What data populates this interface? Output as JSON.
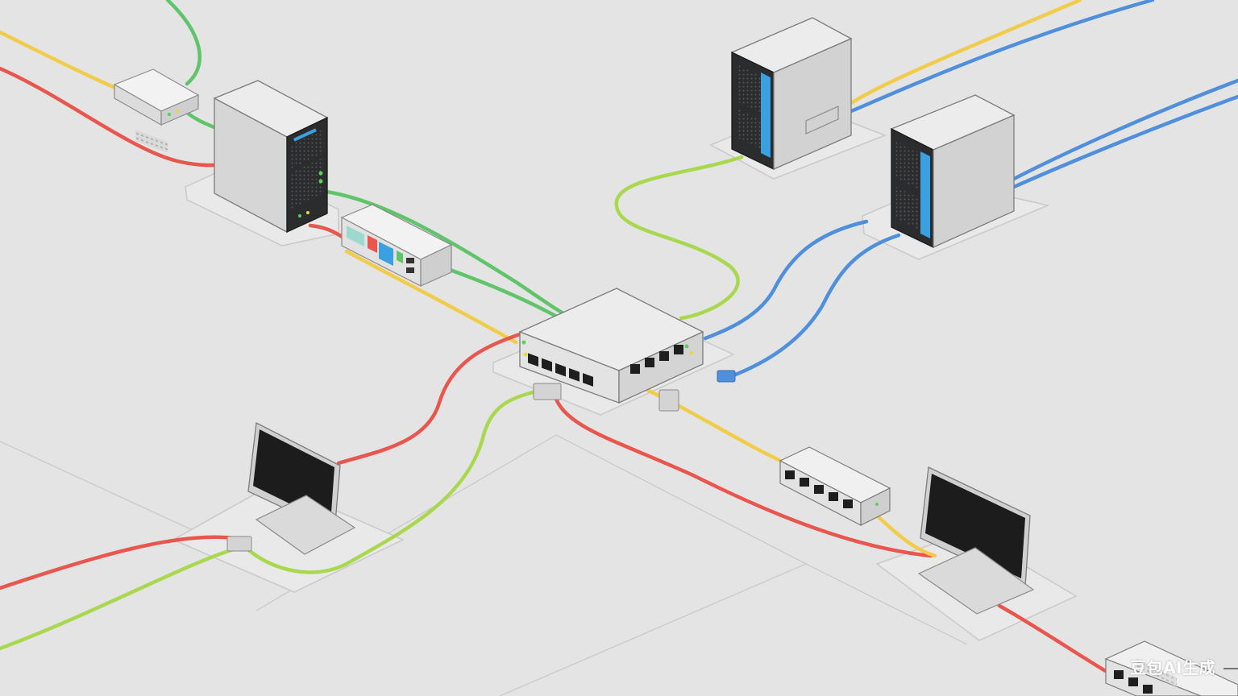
{
  "watermark": {
    "text": "豆包AI生成"
  },
  "colors": {
    "background": "#e4e4e4",
    "cable_red": "#e8564e",
    "cable_yellow": "#f0cc4a",
    "cable_green": "#5fc46a",
    "cable_lime": "#a9d84f",
    "cable_blue": "#4f8fdc",
    "device_light": "#eeeeee",
    "device_mid": "#c8c8c8",
    "device_dark": "#2a2c2e",
    "led_green": "#5bd05b",
    "led_yellow": "#e8d840",
    "accent_blue": "#3aa0e0"
  },
  "devices": [
    {
      "id": "central-switch",
      "kind": "switch"
    },
    {
      "id": "server-top-left",
      "kind": "tower-server"
    },
    {
      "id": "server-top-right-1",
      "kind": "tower-server"
    },
    {
      "id": "server-top-right-2",
      "kind": "tower-server"
    },
    {
      "id": "router-top-left",
      "kind": "router"
    },
    {
      "id": "patch-panel-left",
      "kind": "patch-panel"
    },
    {
      "id": "monitor-left",
      "kind": "monitor"
    },
    {
      "id": "monitor-right",
      "kind": "monitor"
    },
    {
      "id": "switch-small-right",
      "kind": "switch"
    },
    {
      "id": "switch-bottom-right",
      "kind": "switch"
    }
  ],
  "cables": [
    {
      "from": "server-top-left",
      "to": "central-switch",
      "color": "green"
    },
    {
      "from": "router-top-left",
      "to": "server-top-left",
      "color": "green"
    },
    {
      "from": "router-top-left",
      "to": "offscreen-top-left",
      "color": "yellow"
    },
    {
      "from": "server-top-left",
      "to": "offscreen-left",
      "color": "red"
    },
    {
      "from": "patch-panel-left",
      "to": "central-switch",
      "color": "yellow"
    },
    {
      "from": "server-top-right-1",
      "to": "central-switch",
      "color": "lime"
    },
    {
      "from": "server-top-right-1",
      "to": "offscreen-top-right",
      "color": "yellow"
    },
    {
      "from": "server-top-right-1",
      "to": "offscreen-top-right",
      "color": "blue"
    },
    {
      "from": "server-top-right-2",
      "to": "central-switch",
      "color": "blue"
    },
    {
      "from": "server-top-right-2",
      "to": "offscreen-right",
      "color": "blue"
    },
    {
      "from": "central-switch",
      "to": "monitor-left",
      "color": "red"
    },
    {
      "from": "central-switch",
      "to": "monitor-left",
      "color": "lime"
    },
    {
      "from": "central-switch",
      "to": "monitor-right",
      "color": "red"
    },
    {
      "from": "central-switch",
      "to": "switch-small-right",
      "color": "yellow"
    },
    {
      "from": "switch-small-right",
      "to": "monitor-right",
      "color": "yellow"
    },
    {
      "from": "monitor-left",
      "to": "offscreen-bottom-left",
      "color": "red"
    },
    {
      "from": "monitor-left",
      "to": "offscreen-bottom-left",
      "color": "lime"
    },
    {
      "from": "monitor-right",
      "to": "switch-bottom-right",
      "color": "red"
    }
  ]
}
